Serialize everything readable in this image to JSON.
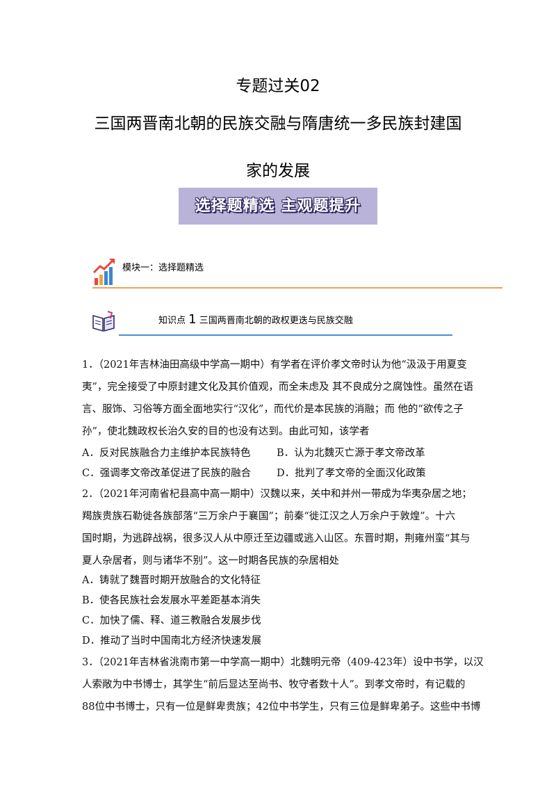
{
  "title": {
    "line1": "专题过关02",
    "line2": "三国两晋南北朝的民族交融与隋唐统一多民族封建国",
    "line3": "家的发展"
  },
  "banner": {
    "text": "选择题精选  主观题提升"
  },
  "module": {
    "label": "模块一：选择题精选"
  },
  "knowledge_point": {
    "prefix": "知识点",
    "number": "1",
    "text": "三国两晋南北朝的政权更迭与民族交融"
  },
  "questions": {
    "q1": {
      "lines": [
        "1．（2021年吉林油田高级中学高一期中）有学者在评价孝文帝时认为他“汲汲于用夏变",
        "夷”，完全接受了中原封建文化及其价值观，而全未虑及 其不良成分之腐蚀性。虽然在语",
        "言、服饰、习俗等方面全面地实行“汉化”，而代价是本民族的消融；而 他的“欲传之子",
        "孙”，使北魏政权长治久安的目的也没有达到。由此可知，该学者"
      ],
      "options": {
        "A": "A．反对民族融合力主维护本民族特色",
        "B": "B．认为北魏灭亡源于孝文帝改革",
        "C": "C．强调孝文帝改革促进了民族的融合",
        "D": "D．批判了孝文帝的全面汉化政策"
      }
    },
    "q2": {
      "lines": [
        "2．（2021年河南省杞县高中高一期中）汉魏以来，关中和并州一带成为华夷杂居之地；",
        "羯族贵族石勒徙各族部落“三万余户于襄国”；前秦“徙江汉之人万余户于敦煌”。十六",
        "国时期，为逃辟战祸，很多汉人从中原迁至边疆或逃入山区。东晋时期，荆雍州蛮“其与",
        "夏人杂居者，则与诸华不别”。这一时期各民族的杂居相处"
      ],
      "options": {
        "A": "A．铸就了魏晋时期开放融合的文化特征",
        "B": "B．使各民族社会发展水平差距基本消失",
        "C": "C．加快了儒、释、道三教融合发展步伐",
        "D": "D．推动了当时中国南北方经济快速发展"
      }
    },
    "q3": {
      "lines": [
        "3．（2021年吉林省洮南市第一中学高一期中）北魏明元帝（409-423年）设中书学，以汉",
        "人索敞为中书博士，其学生“前后显达至尚书、牧守者数十人”。到孝文帝时，有记载的",
        "88位中书博士，只有一位是鲜卑贵族；42位中书学生，只有三位是鲜卑弟子。这些中书博"
      ]
    }
  },
  "colors": {
    "banner_bg": "#b9b3d9",
    "module_line": "#e8a25a",
    "kp_line": "#4a8fd4"
  }
}
